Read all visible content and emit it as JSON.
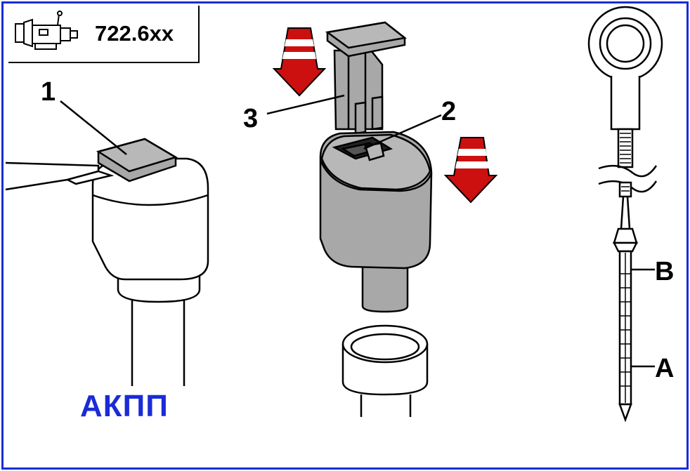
{
  "header": {
    "transmission_code": "722.6xx",
    "icon": "transmission-icon"
  },
  "callouts": {
    "c1": "1",
    "c2": "2",
    "c3": "3",
    "cA": "A",
    "cB": "B"
  },
  "caption": "АКПП",
  "colors": {
    "frame": "#1a2bd6",
    "caption": "#1a2bd6",
    "arrow_red": "#cc1010",
    "part_gray": "#a8a8a8",
    "dark_gray": "#8a8a8a",
    "outline": "#000000"
  }
}
